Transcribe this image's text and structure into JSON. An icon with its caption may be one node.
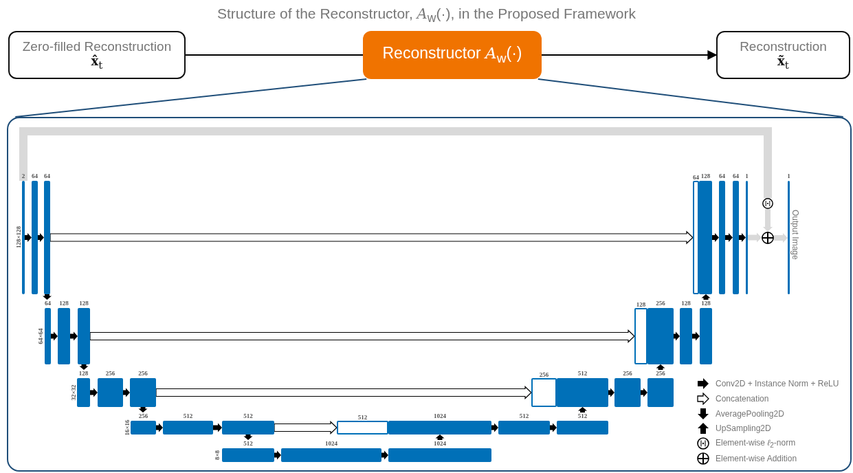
{
  "diagram": {
    "title": "Structure of the Reconstructor, *A*$_{w}$(·), in the Proposed Framework",
    "nodes": [
      {
        "text": [
          "Zero-filled Reconstruction",
          "**x̂**$_{t}$"
        ]
      },
      {
        "text": [
          "Reconstructor *A*$_{w}$(·)"
        ]
      },
      {
        "text": [
          "Reconstruction",
          "**x̃**$_{t}$"
        ]
      },
      {
        "text": [],
        "shape": "box"
      },
      {
        "text": [
          "2"
        ],
        "in": 3
      },
      {
        "text": [
          "64"
        ],
        "in": 3
      },
      {
        "text": [
          "64"
        ],
        "in": 3
      },
      {
        "text": [
          "64"
        ],
        "in": 3
      },
      {
        "text": [
          "128"
        ],
        "in": 3
      },
      {
        "text": [
          "128"
        ],
        "in": 3
      },
      {
        "text": [
          "128"
        ],
        "in": 3
      },
      {
        "text": [
          "256"
        ],
        "in": 3
      },
      {
        "text": [
          "256"
        ],
        "in": 3
      },
      {
        "text": [
          "256"
        ],
        "in": 3
      },
      {
        "text": [
          "512"
        ],
        "in": 3
      },
      {
        "text": [
          "512"
        ],
        "in": 3
      },
      {
        "text": [
          "512"
        ],
        "in": 3
      },
      {
        "text": [
          "1024"
        ],
        "in": 3
      },
      {
        "text": [
          "1024"
        ],
        "in": 3
      },
      {
        "text": [
          "512"
        ],
        "in": 3
      },
      {
        "text": [
          "1024"
        ],
        "in": 3
      },
      {
        "text": [
          "512"
        ],
        "in": 3
      },
      {
        "text": [
          "512"
        ],
        "in": 3
      },
      {
        "text": [
          "256"
        ],
        "in": 3
      },
      {
        "text": [
          "512"
        ],
        "in": 3
      },
      {
        "text": [
          "256"
        ],
        "in": 3
      },
      {
        "text": [
          "256"
        ],
        "in": 3
      },
      {
        "text": [
          "128"
        ],
        "in": 3
      },
      {
        "text": [
          "256"
        ],
        "in": 3
      },
      {
        "text": [
          "128"
        ],
        "in": 3
      },
      {
        "text": [
          "128"
        ],
        "in": 3
      },
      {
        "text": [
          "64"
        ],
        "in": 3
      },
      {
        "text": [
          "128"
        ],
        "in": 3
      },
      {
        "text": [
          "64"
        ],
        "in": 3
      },
      {
        "text": [
          "64"
        ],
        "in": 3
      },
      {
        "text": [
          "1"
        ],
        "in": 3
      },
      {
        "text": [],
        "shape": "circle",
        "in": 3
      },
      {
        "text": [],
        "shape": "circle",
        "in": 3
      },
      {
        "text": [
          "1"
        ],
        "beside": [
          "Output Image"
        ],
        "in": 3
      }
    ],
    "edges": [
      {
        "from": 0,
        "to": 1,
        "arrow": "none"
      },
      {
        "from": 1,
        "to": 2,
        "arrow": "to"
      },
      {
        "from": 1,
        "to": 3,
        "arrow": "none",
        "color": "#1f4e79"
      },
      {
        "from": 1,
        "to": 3,
        "arrow": "none",
        "color": "#1f4e79"
      },
      {
        "from": 4,
        "to": 5,
        "arrow": "to",
        "style": "thick"
      },
      {
        "from": 5,
        "to": 6,
        "arrow": "to",
        "style": "thick"
      },
      {
        "from": 7,
        "to": 8,
        "arrow": "to",
        "style": "thick"
      },
      {
        "from": 8,
        "to": 9,
        "arrow": "to",
        "style": "thick"
      },
      {
        "from": 10,
        "to": 11,
        "arrow": "to",
        "style": "thick"
      },
      {
        "from": 11,
        "to": 12,
        "arrow": "to",
        "style": "thick"
      },
      {
        "from": 13,
        "to": 14,
        "arrow": "to",
        "style": "thick"
      },
      {
        "from": 14,
        "to": 15,
        "arrow": "to",
        "style": "thick"
      },
      {
        "from": 16,
        "to": 17,
        "arrow": "to",
        "style": "thick"
      },
      {
        "from": 17,
        "to": 18,
        "arrow": "to",
        "style": "thick"
      },
      {
        "from": 20,
        "to": 21,
        "arrow": "to",
        "style": "thick"
      },
      {
        "from": 21,
        "to": 22,
        "arrow": "to",
        "style": "thick"
      },
      {
        "from": 24,
        "to": 25,
        "arrow": "to",
        "style": "thick"
      },
      {
        "from": 25,
        "to": 26,
        "arrow": "to",
        "style": "thick"
      },
      {
        "from": 28,
        "to": 29,
        "arrow": "to",
        "style": "thick"
      },
      {
        "from": 29,
        "to": 30,
        "arrow": "to",
        "style": "thick"
      },
      {
        "from": 32,
        "to": 33,
        "arrow": "to",
        "style": "thick"
      },
      {
        "from": 33,
        "to": 34,
        "arrow": "to",
        "style": "thick"
      },
      {
        "from": 34,
        "to": 35,
        "arrow": "to",
        "style": "thick"
      },
      {
        "from": 6,
        "to": 7,
        "arrow": "to",
        "style": "thick"
      },
      {
        "from": 9,
        "to": 10,
        "arrow": "to",
        "style": "thick"
      },
      {
        "from": 12,
        "to": 13,
        "arrow": "to",
        "style": "thick"
      },
      {
        "from": 15,
        "to": 16,
        "arrow": "to",
        "style": "thick"
      },
      {
        "from": 18,
        "to": 20,
        "arrow": "to",
        "style": "thick"
      },
      {
        "from": 22,
        "to": 24,
        "arrow": "to",
        "style": "thick"
      },
      {
        "from": 26,
        "to": 28,
        "arrow": "to",
        "style": "thick"
      },
      {
        "from": 30,
        "to": 32,
        "arrow": "to",
        "style": "thick"
      },
      {
        "from": 15,
        "to": 19,
        "arrow": "to",
        "style": "thick",
        "color": "#ffffff"
      },
      {
        "from": 12,
        "to": 23,
        "arrow": "to",
        "style": "thick",
        "color": "#ffffff"
      },
      {
        "from": 9,
        "to": 27,
        "arrow": "to",
        "style": "thick",
        "color": "#ffffff"
      },
      {
        "from": 6,
        "to": 31,
        "arrow": "to",
        "style": "thick",
        "color": "#ffffff"
      },
      {
        "from": 4,
        "to": 36,
        "arrow": "none",
        "style": "thick",
        "color": "#d9d9d9"
      },
      {
        "from": 36,
        "to": 37,
        "arrow": "to",
        "style": "thick",
        "color": "#d9d9d9"
      },
      {
        "from": 35,
        "to": 37,
        "arrow": "to",
        "style": "thick",
        "color": "#d9d9d9"
      },
      {
        "from": 37,
        "to": 38,
        "arrow": "to",
        "style": "thick",
        "color": "#d9d9d9"
      }
    ],
    "labels": [
      "128×128",
      "64×64",
      "32×32",
      "16×16",
      "8×8"
    ],
    "legend": [
      {
        "text": "Conv2D + Instance Norm + ReLU"
      },
      {
        "text": "Concatenation"
      },
      {
        "text": "AveragePooling2D"
      },
      {
        "text": "UpSampling2D"
      },
      {
        "text": "Element-wise *ℓ*$_{2}$-norm"
      },
      {
        "text": "Element-wise Addition"
      }
    ]
  }
}
